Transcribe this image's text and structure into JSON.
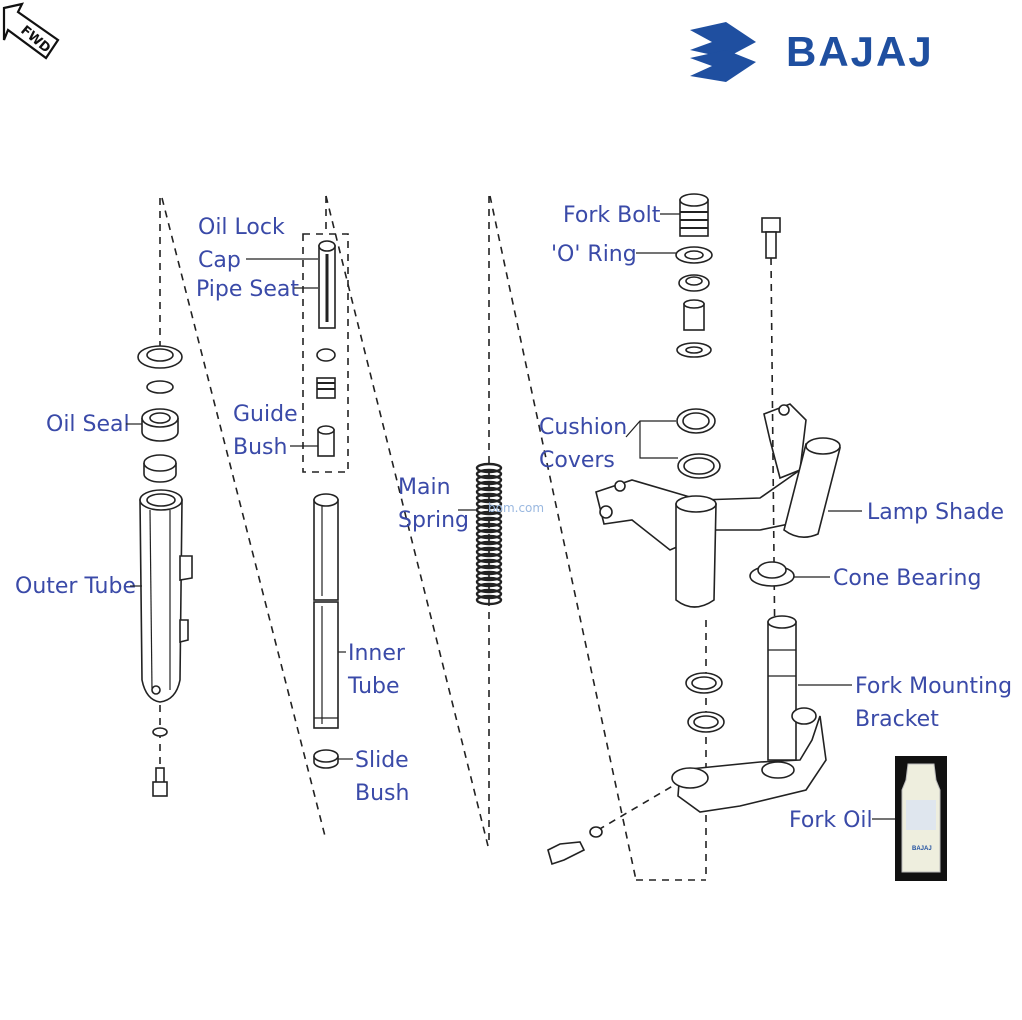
{
  "brand": {
    "name": "BAJAJ",
    "color": "#1f4fa0",
    "icon": "bajaj-logo-icon"
  },
  "fwd_badge": "FWD",
  "watermark": "bom.com",
  "label_color": "#3a4aa8",
  "labels": {
    "oil_lock": "Oil Lock",
    "cap": "Cap",
    "pipe_seat": "Pipe Seat",
    "oil_seal": "Oil Seal",
    "guide": "Guide",
    "bush": "Bush",
    "outer_tube": "Outer Tube",
    "inner": "Inner",
    "tube": "Tube",
    "slide": "Slide",
    "slide_bush": "Bush",
    "main": "Main",
    "spring": "Spring",
    "fork_bolt": "Fork Bolt",
    "o_ring": "'O' Ring",
    "cushion": "Cushion",
    "covers": "Covers",
    "lamp_shade": "Lamp Shade",
    "cone_bearing": "Cone Bearing",
    "fork_mounting": "Fork Mounting",
    "bracket": "Bracket",
    "fork_oil": "Fork Oil"
  },
  "bottle": {
    "label_text": "BAJAJ"
  }
}
